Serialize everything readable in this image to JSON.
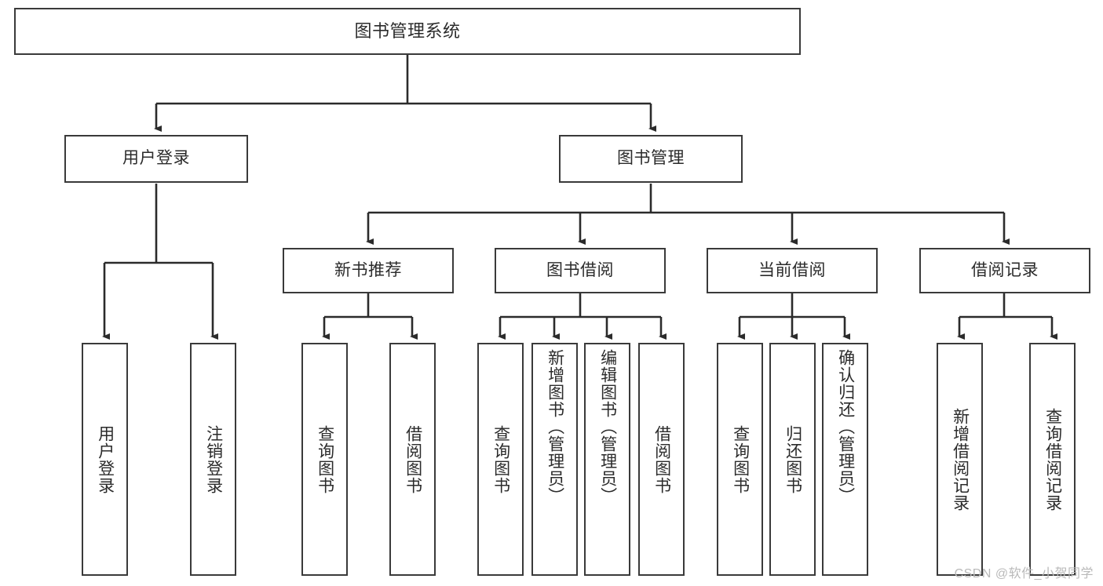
{
  "diagram": {
    "type": "tree",
    "title": "图书管理系统",
    "orientation": "top-down",
    "colors": {
      "box_border": "#3a3a3a",
      "box_fill": "#ffffff",
      "connector": "#2b2b2b",
      "text": "#2b2b2b",
      "background": "#ffffff",
      "watermark": "#b9b9b9"
    },
    "nodes": {
      "root": {
        "label": "图书管理系统"
      },
      "level1": [
        {
          "label": "用户登录"
        },
        {
          "label": "图书管理"
        }
      ],
      "level2": [
        {
          "label": "新书推荐"
        },
        {
          "label": "图书借阅"
        },
        {
          "label": "当前借阅"
        },
        {
          "label": "借阅记录"
        }
      ],
      "leaves": {
        "user_login": [
          {
            "label": "用户登录"
          },
          {
            "label": "注销登录"
          }
        ],
        "new_book_recommend": [
          {
            "label": "查询图书"
          },
          {
            "label": "借阅图书"
          }
        ],
        "book_borrow": [
          {
            "label": "查询图书"
          },
          {
            "label": "新增图书（管理员）"
          },
          {
            "label": "编辑图书（管理员）"
          },
          {
            "label": "借阅图书"
          }
        ],
        "current_borrow": [
          {
            "label": "查询图书"
          },
          {
            "label": "归还图书"
          },
          {
            "label": "确认归还（管理员）"
          }
        ],
        "borrow_record": [
          {
            "label": "新增借阅记录"
          },
          {
            "label": "查询借阅记录"
          }
        ]
      }
    },
    "watermark": "CSDN @软件_小贺同学"
  }
}
